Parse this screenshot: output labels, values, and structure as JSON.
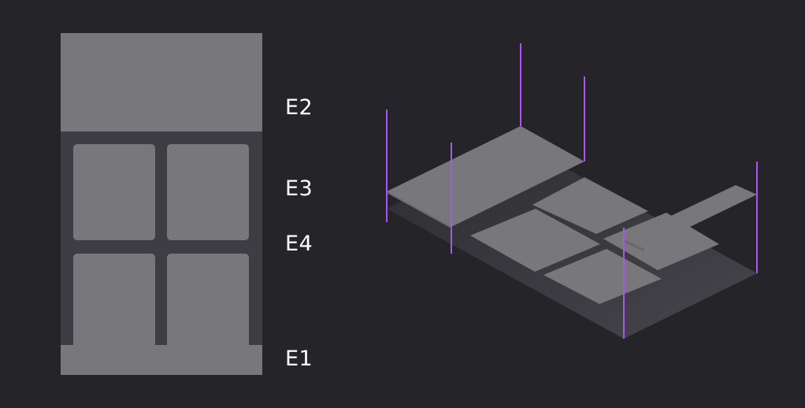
{
  "labels": {
    "e2": "E2",
    "e3": "E3",
    "e4": "E4",
    "e1": "E1"
  },
  "colors": {
    "background": "#252428",
    "surface_light": "#78777c",
    "surface_dark": "#3e3d43",
    "elevation_line": "#a855f7"
  }
}
